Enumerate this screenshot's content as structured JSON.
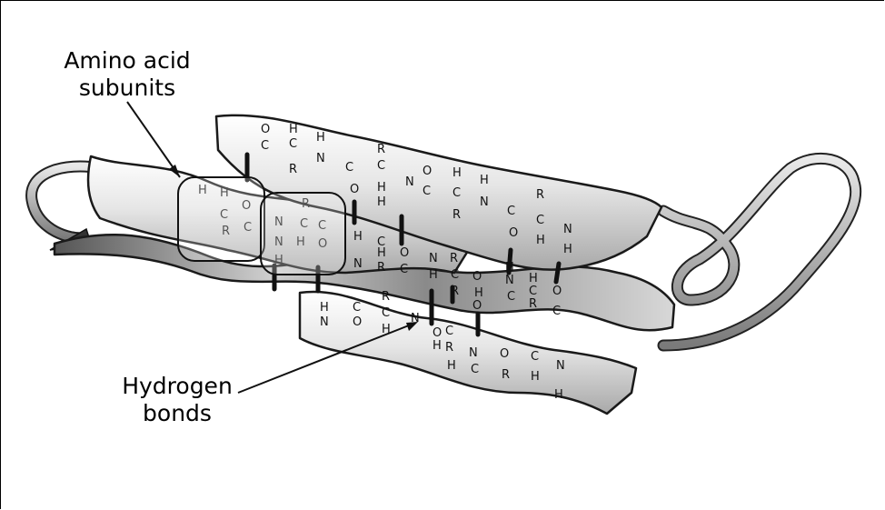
{
  "labels": {
    "amino_line1": "Amino acid",
    "amino_line2": "subunits",
    "hbond_line1": "Hydrogen",
    "hbond_line2": "bonds"
  },
  "colors": {
    "ribbon_light": "#f2f2f2",
    "ribbon_mid": "#bdbdbd",
    "ribbon_dark": "#6a6a6a",
    "outline": "#1a1a1a",
    "bond": "#111111"
  },
  "strands": {
    "top": [
      "O",
      "C",
      "H",
      "C",
      "R",
      "H",
      "N",
      "C",
      "O",
      "R",
      "C",
      "H",
      "H",
      "N",
      "O",
      "C",
      "H",
      "C",
      "R",
      "H",
      "N",
      "R",
      "C",
      "H",
      "C",
      "O",
      "N",
      "H"
    ],
    "middle": [
      "H",
      "N",
      "C",
      "R",
      "O",
      "H",
      "C",
      "R",
      "O",
      "N",
      "H",
      "C",
      "R",
      "H",
      "O",
      "C",
      "N",
      "H",
      "C",
      "R",
      "H",
      "O",
      "C"
    ],
    "bottom": [
      "H",
      "N",
      "C",
      "O",
      "R",
      "C",
      "H",
      "N",
      "O",
      "H",
      "C",
      "R",
      "H",
      "N",
      "C",
      "O",
      "R",
      "C",
      "H",
      "N",
      "H"
    ],
    "boxed": [
      "H",
      "H",
      "C",
      "R",
      "O",
      "C",
      "N",
      "R",
      "N",
      "C",
      "C",
      "H",
      "H",
      "O"
    ]
  }
}
